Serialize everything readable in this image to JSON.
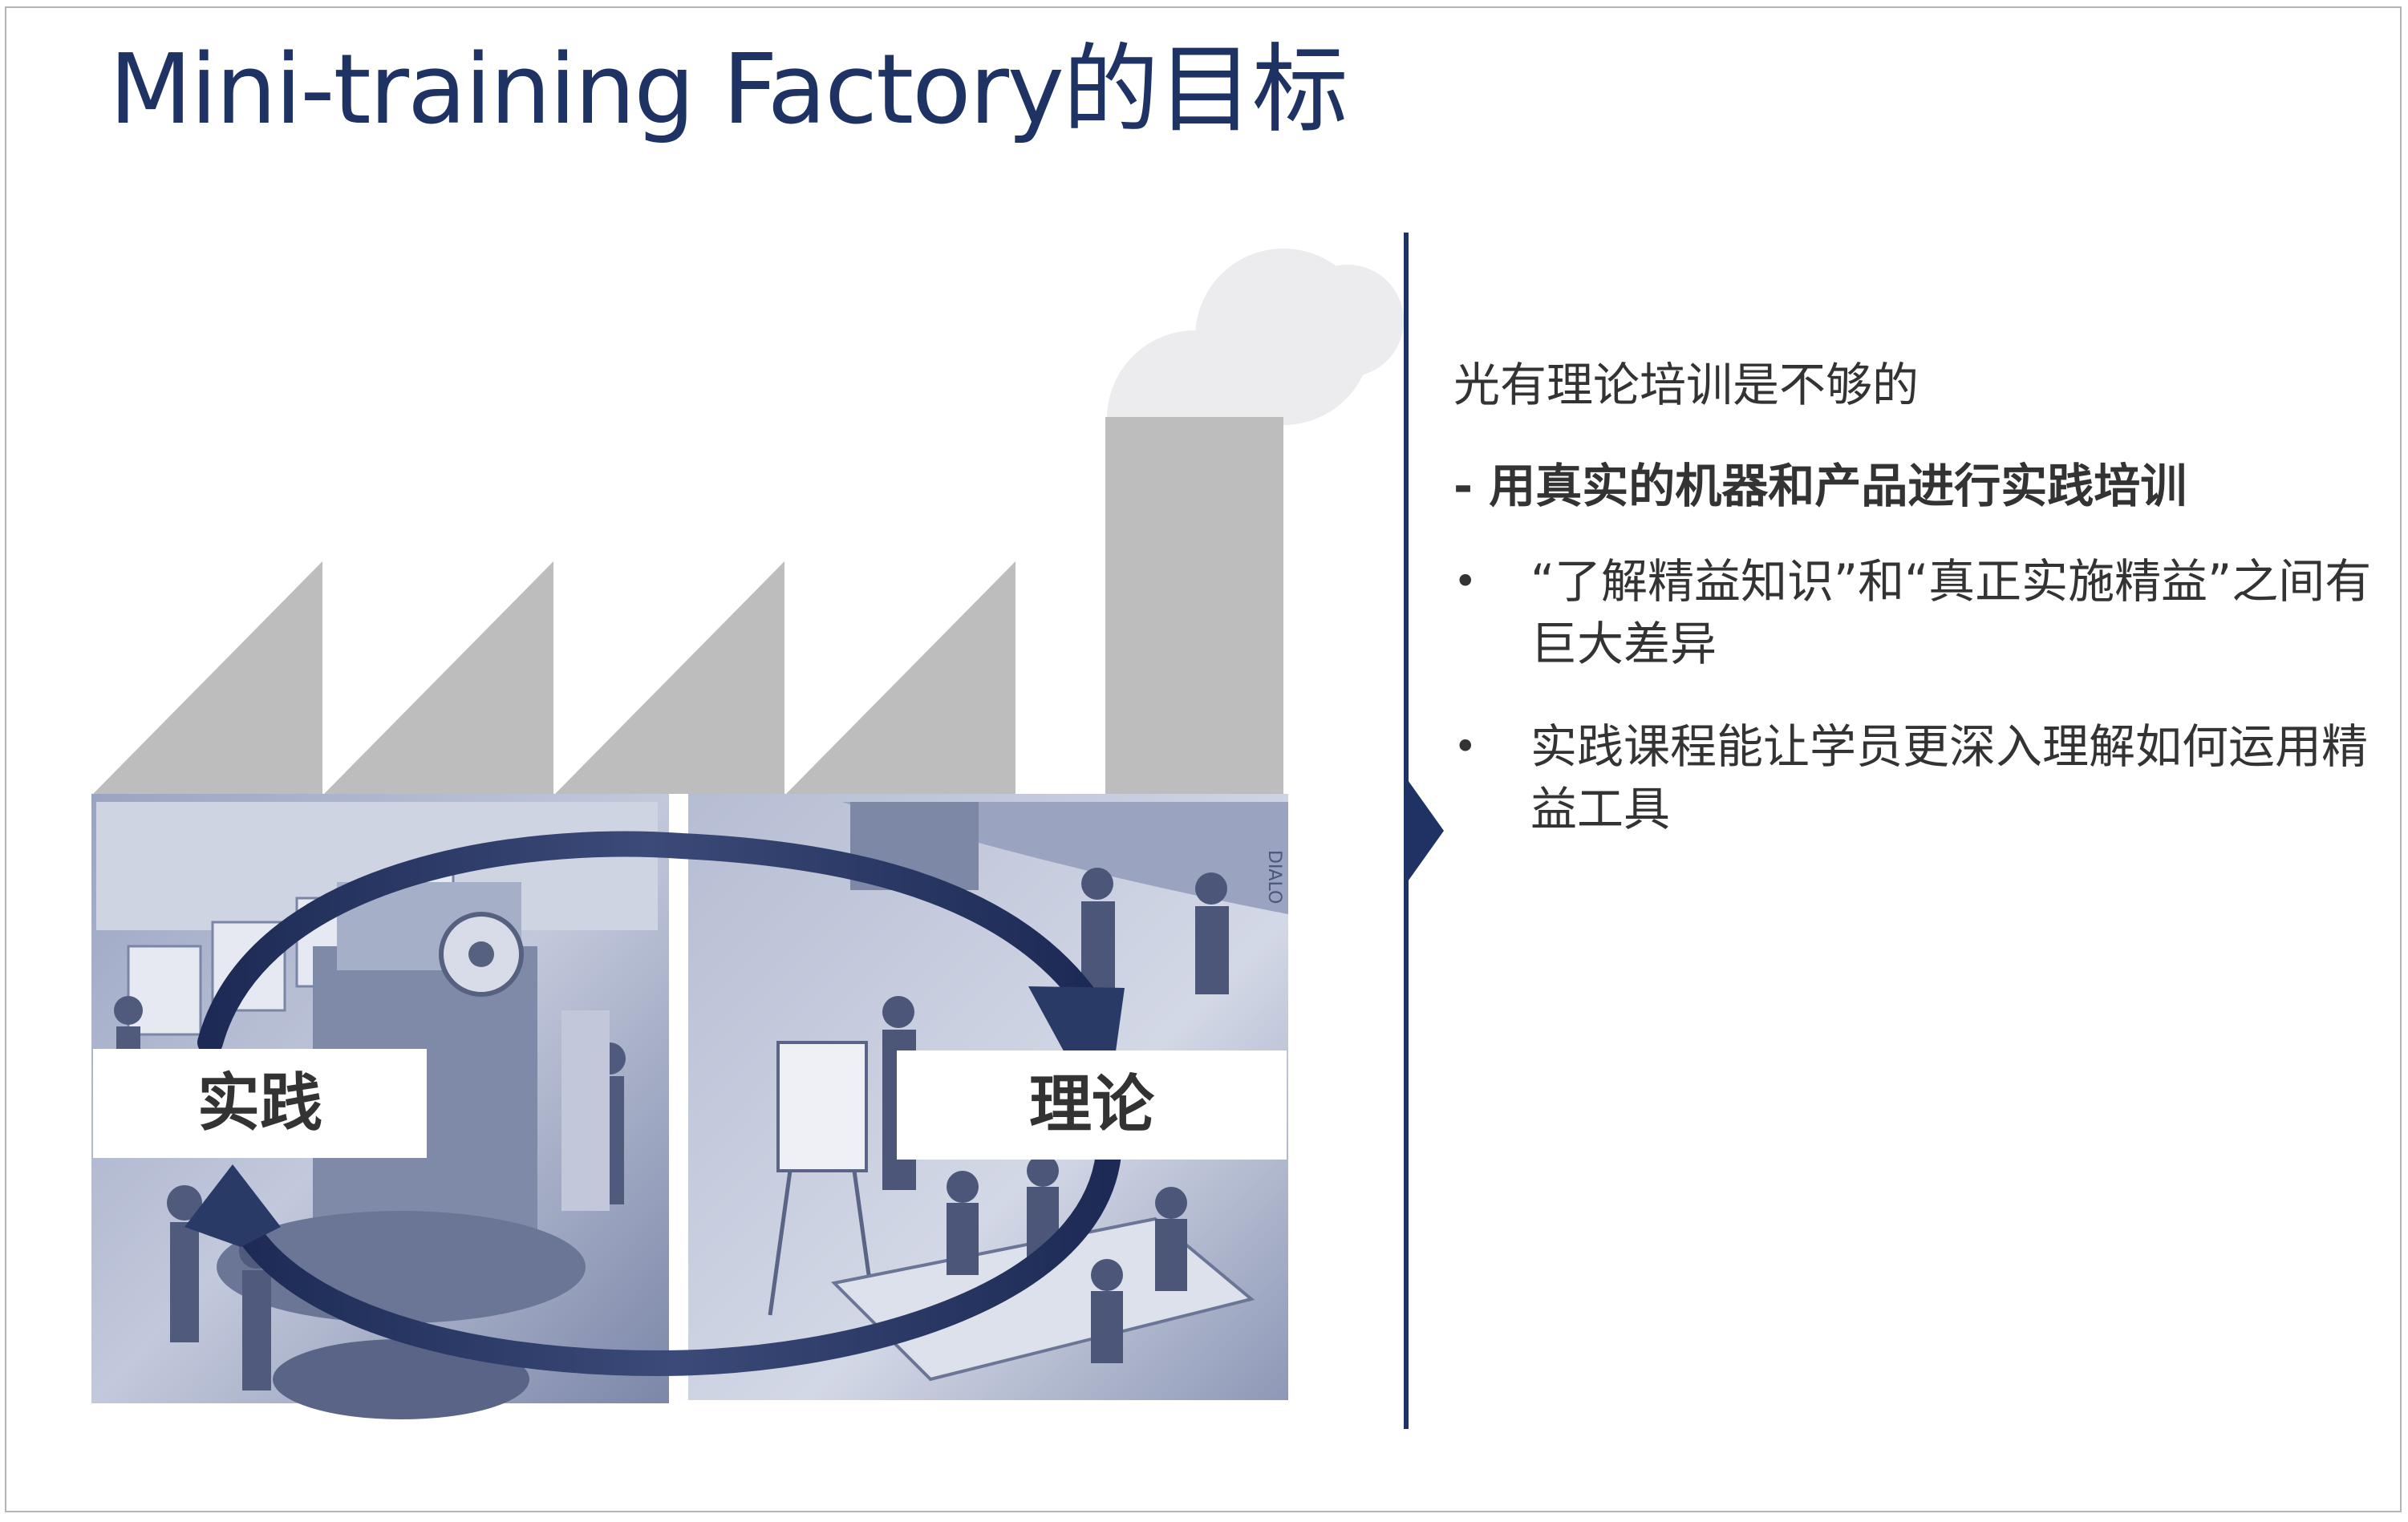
{
  "slide": {
    "title": "Mini-training Factory的目标"
  },
  "illustration": {
    "label_practice": "实践",
    "label_theory": "理论",
    "brand_mark": "DIALO",
    "colors": {
      "roof_gray": "#bdbdbd",
      "cycle_arrow": "#2a3a66",
      "photo_tint": "#8b96b5"
    }
  },
  "content": {
    "intro": "光有理论培训是不够的",
    "sub_heading": "- 用真实的机器和产品进行实践培训",
    "bullets": [
      "“了解精益知识”和“真正实施精益”之间有巨大差异",
      "实践课程能让学员更深入理解如何运用精益工具"
    ],
    "bullet_symbol": "•"
  },
  "theme": {
    "title_color": "#1e3264",
    "divider_color": "#1e3264",
    "text_color": "#333333"
  }
}
